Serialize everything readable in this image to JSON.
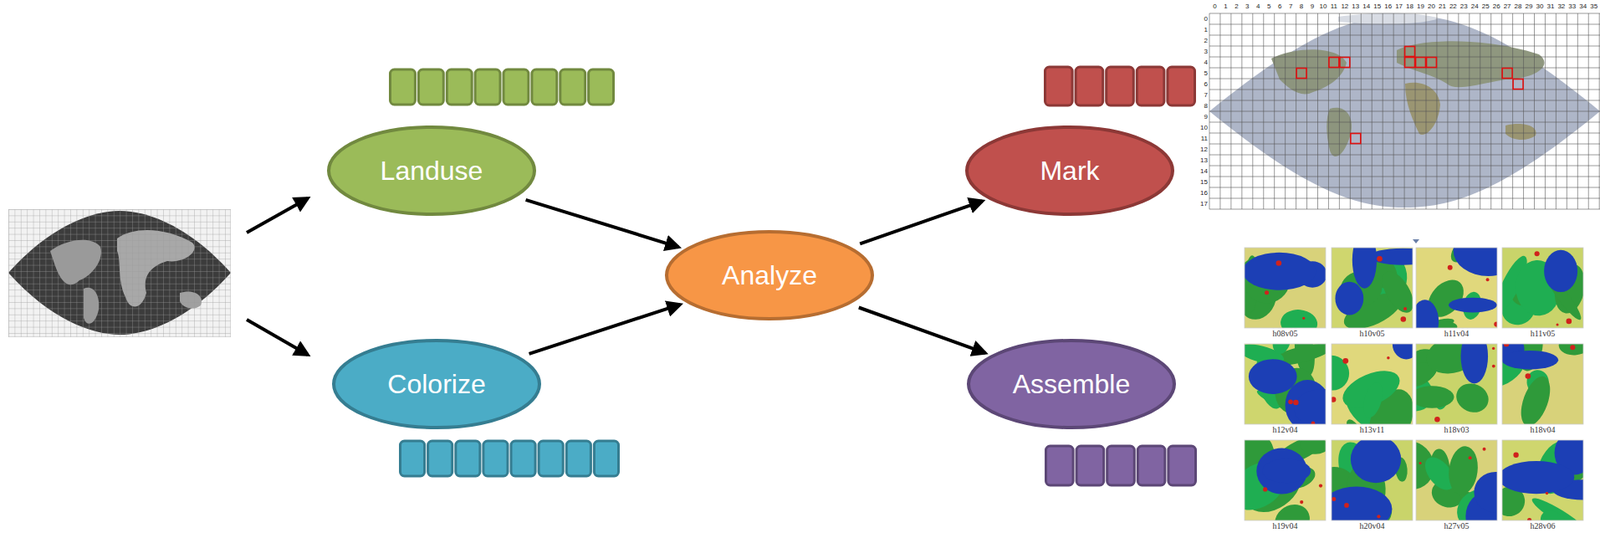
{
  "diagram": {
    "nodes": [
      {
        "text": [
          "Landuse"
        ]
      },
      {
        "text": [
          "Colorize"
        ]
      },
      {
        "text": [
          "Analyze"
        ]
      },
      {
        "text": [
          "Mark"
        ]
      },
      {
        "text": [
          "Assemble"
        ]
      }
    ],
    "edges": [
      {
        "from": 0,
        "to": 2,
        "arrow": "to"
      },
      {
        "from": 1,
        "to": 2,
        "arrow": "to"
      },
      {
        "from": 2,
        "to": 3,
        "arrow": "to"
      },
      {
        "from": 2,
        "to": 4,
        "arrow": "to"
      }
    ],
    "labels": [
      "0",
      "1",
      "2",
      "3",
      "4",
      "5",
      "6",
      "7",
      "8",
      "9",
      "10",
      "11",
      "12",
      "13",
      "14",
      "15",
      "16",
      "17",
      "18",
      "19",
      "20",
      "21",
      "22",
      "23",
      "24",
      "25",
      "26",
      "27",
      "28",
      "29",
      "30",
      "31",
      "32",
      "33",
      "34",
      "35",
      "0",
      "1",
      "2",
      "3",
      "4",
      "5",
      "6",
      "7",
      "8",
      "9",
      "10",
      "11",
      "12",
      "13",
      "14",
      "15",
      "16",
      "17",
      "h08v05",
      "h10v05",
      "h11v04",
      "h11v05",
      "h12v04",
      "h13v11",
      "h18v03",
      "h18v04",
      "h19v04",
      "h20v04",
      "h27v05",
      "h28v06"
    ]
  }
}
